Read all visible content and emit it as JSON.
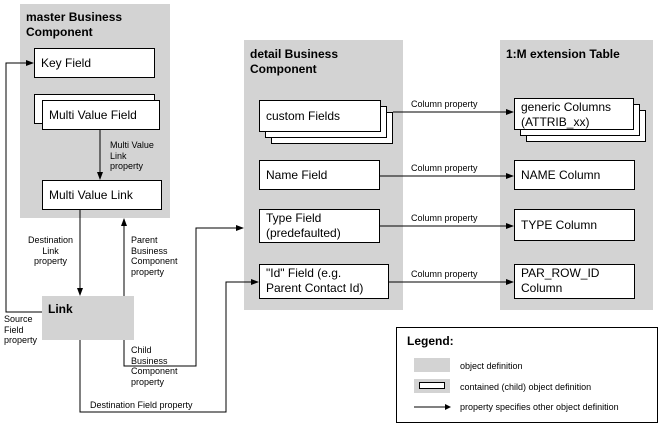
{
  "master": {
    "title": "master Business\nComponent",
    "key_field": "Key Field",
    "mv_field": "Multi Value Field",
    "mv_link": "Multi Value Link"
  },
  "link": {
    "title": "Link"
  },
  "detail": {
    "title": "detail Business\nComponent",
    "custom_fields": "custom Fields",
    "name_field": "Name Field",
    "type_field": "Type Field\n(predefaulted)",
    "id_field": "\"Id\" Field (e.g.\nParent Contact Id)"
  },
  "extension": {
    "title": "1:M extension Table",
    "generic_columns": "generic Columns\n(ATTRIB_xx)",
    "name_column": "NAME Column",
    "type_column": "TYPE Column",
    "par_row_id": "PAR_ROW_ID\nColumn"
  },
  "labels": {
    "mvl_property": "Multi Value\nLink\nproperty",
    "dest_link_property": "Destination\nLink\nproperty",
    "parent_bc_property": "Parent\nBusiness\nComponent\nproperty",
    "source_field_property": "Source\nField\nproperty",
    "child_bc_property": "Child\nBusiness\nComponent\nproperty",
    "dest_field_property": "Destination Field property",
    "col_prop_1": "Column property",
    "col_prop_2": "Column property",
    "col_prop_3": "Column property",
    "col_prop_4": "Column property"
  },
  "legend": {
    "title": "Legend:",
    "object_def": "object definition",
    "contained_def": "contained (child) object definition",
    "property_def": "property specifies other object definition"
  },
  "colors": {
    "panel": "#d3d3d3",
    "box": "#ffffff",
    "line": "#000000"
  }
}
